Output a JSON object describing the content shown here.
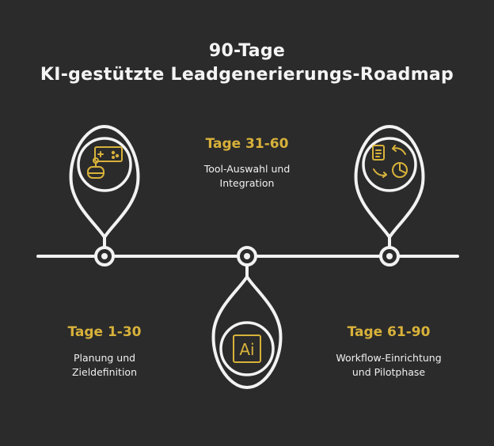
{
  "title": {
    "line1": "90-Tage",
    "line2": "KI-gestützte Leadgenerierungs-Roadmap"
  },
  "phases": [
    {
      "title": "Tage 1-30",
      "desc_line1": "Planung und",
      "desc_line2": "Zieldefinition",
      "icon": "robot-gamepad-icon"
    },
    {
      "title": "Tage 31-60",
      "desc_line1": "Tool-Auswahl und",
      "desc_line2": "Integration",
      "icon": "ai-icon"
    },
    {
      "title": "Tage 61-90",
      "desc_line1": "Workflow-Einrichtung",
      "desc_line2": "und Pilotphase",
      "icon": "workflow-cycle-icon"
    }
  ],
  "ai_icon_text": "Ai",
  "colors": {
    "background": "#2b2b2b",
    "line": "#f2f2f2",
    "accent": "#d8b23a",
    "text": "#f0f0f0"
  }
}
